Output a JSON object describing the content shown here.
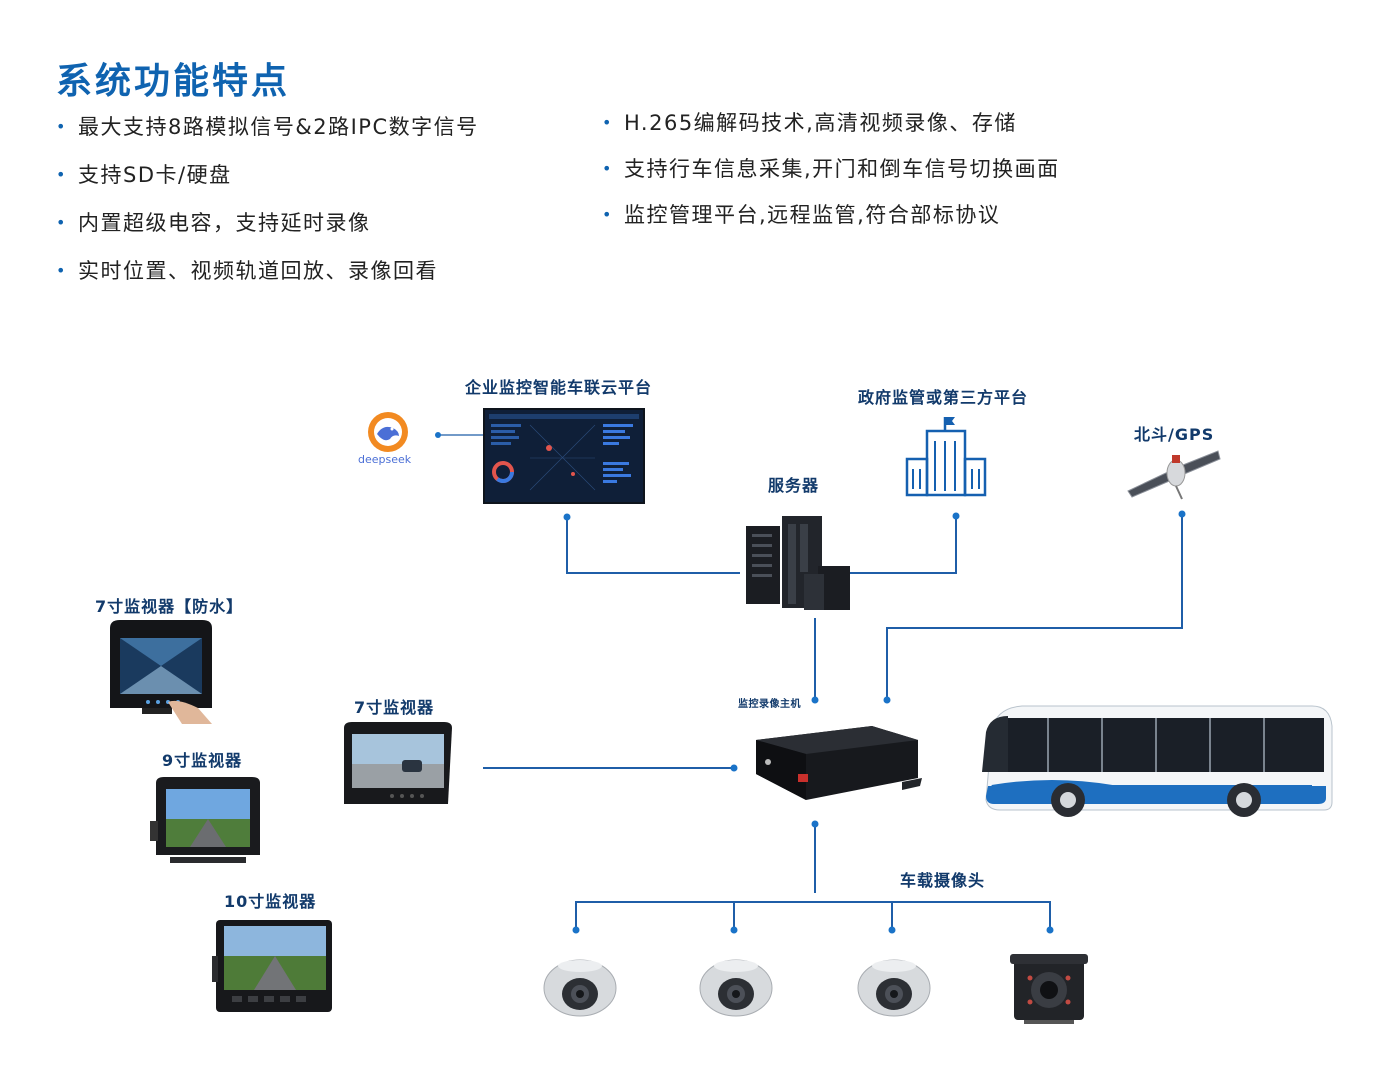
{
  "title": "系统功能特点",
  "features_left": [
    "最大支持8路模拟信号&2路IPC数字信号",
    "支持SD卡/硬盘",
    "内置超级电容，支持延时录像",
    "实时位置、视频轨道回放、录像回看"
  ],
  "features_right": [
    "H.265编解码技术,高清视频录像、存储",
    "支持行车信息采集,开门和倒车信号切换画面",
    "监控管理平台,远程监管,符合部标协议"
  ],
  "labels": {
    "cloud_platform": "企业监控智能车联云平台",
    "gov_platform": "政府监管或第三方平台",
    "server": "服务器",
    "gps": "北斗/GPS",
    "dvr": "监控录像主机",
    "monitor7_waterproof": "7寸监视器【防水】",
    "monitor9": "9寸监视器",
    "monitor10": "10寸监视器",
    "monitor7": "7寸监视器",
    "cameras": "车载摄像头",
    "deepseek": "deepseek"
  },
  "colors": {
    "accent": "#0f63b0",
    "line": "#1f5ea8",
    "dot": "#1a73c8"
  },
  "icons": [
    "deepseek-logo-icon",
    "building-icon",
    "satellite-icon",
    "server-icon"
  ]
}
